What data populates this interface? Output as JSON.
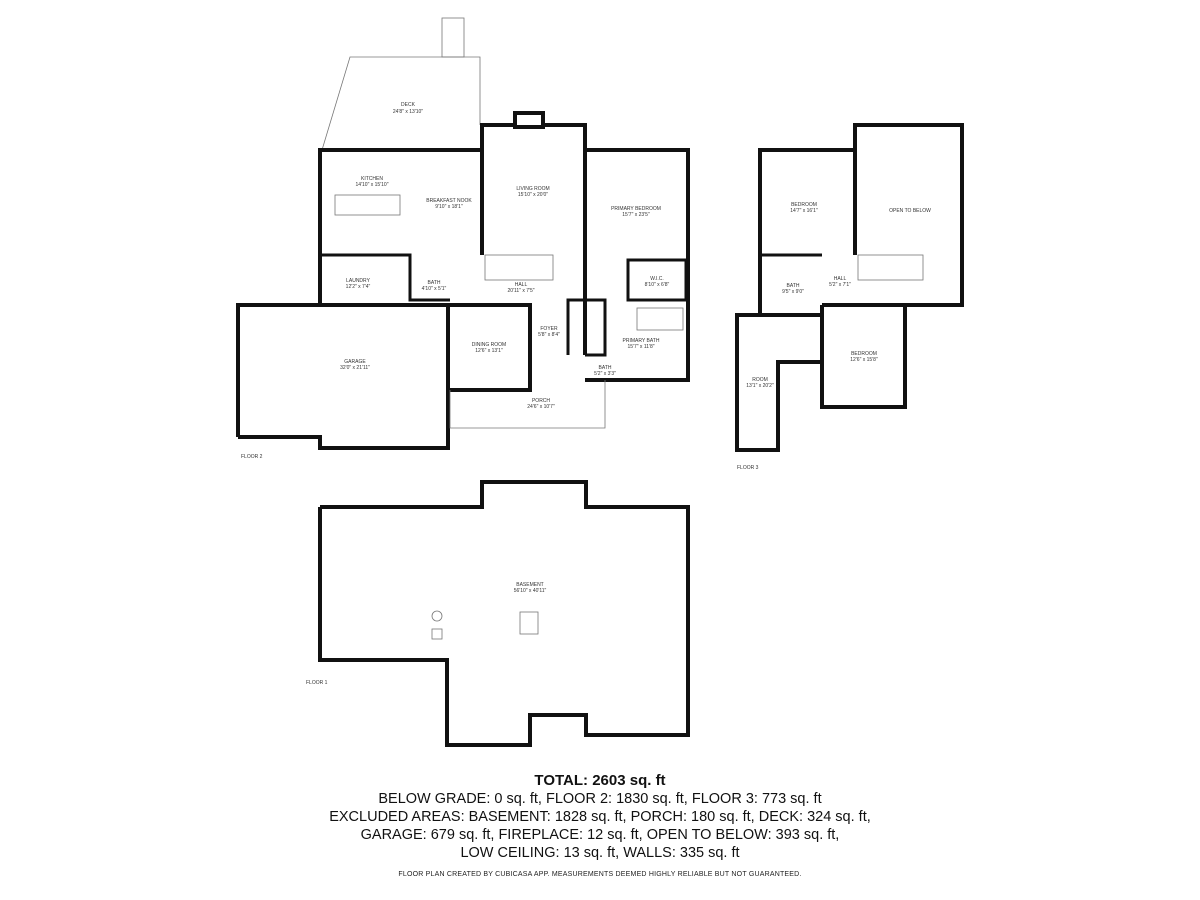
{
  "floors": {
    "floor2": {
      "label": "FLOOR 2",
      "rooms": [
        {
          "name": "DECK",
          "dims": "24'8\" x 13'10\""
        },
        {
          "name": "KITCHEN",
          "dims": "14'10\" x 15'10\""
        },
        {
          "name": "BREAKFAST NOOK",
          "dims": "9'10\" x 18'1\""
        },
        {
          "name": "LIVING ROOM",
          "dims": "15'10\" x 20'0\""
        },
        {
          "name": "PRIMARY BEDROOM",
          "dims": "15'7\" x 23'5\""
        },
        {
          "name": "W.I.C.",
          "dims": "8'10\" x 6'8\""
        },
        {
          "name": "HALL",
          "dims": "20'11\" x 7'5\""
        },
        {
          "name": "LAUNDRY",
          "dims": "12'2\" x 7'4\""
        },
        {
          "name": "BATH",
          "dims": "4'10\" x 5'1\""
        },
        {
          "name": "GARAGE",
          "dims": "32'0\" x 21'11\""
        },
        {
          "name": "DINING ROOM",
          "dims": "12'6\" x 13'1\""
        },
        {
          "name": "FOYER",
          "dims": "5'8\" x 8'4\""
        },
        {
          "name": "PRIMARY BATH",
          "dims": "15'7\" x 11'8\""
        },
        {
          "name": "BATH",
          "dims": "5'2\" x 3'3\""
        },
        {
          "name": "PORCH",
          "dims": "24'6\" x 10'7\""
        }
      ]
    },
    "floor3": {
      "label": "FLOOR 3",
      "rooms": [
        {
          "name": "BEDROOM",
          "dims": "14'7\" x 16'1\""
        },
        {
          "name": "OPEN TO BELOW",
          "dims": ""
        },
        {
          "name": "BATH",
          "dims": "9'5\" x 9'0\""
        },
        {
          "name": "HALL",
          "dims": "5'2\" x 7'1\""
        },
        {
          "name": "BEDROOM",
          "dims": "12'6\" x 15'8\""
        },
        {
          "name": "ROOM",
          "dims": "13'1\" x 20'2\""
        }
      ]
    },
    "floor1": {
      "label": "FLOOR 1",
      "rooms": [
        {
          "name": "BASEMENT",
          "dims": "56'10\" x 40'11\""
        }
      ]
    }
  },
  "summary": {
    "total": "TOTAL: 2603 sq. ft",
    "lines": [
      "BELOW GRADE: 0 sq. ft, FLOOR 2: 1830 sq. ft, FLOOR 3: 773 sq. ft",
      "EXCLUDED AREAS: BASEMENT: 1828 sq. ft, PORCH: 180 sq. ft, DECK: 324 sq. ft,",
      "GARAGE: 679 sq. ft, FIREPLACE: 12 sq. ft, OPEN TO BELOW: 393 sq. ft,",
      "LOW CEILING: 13 sq. ft, WALLS: 335 sq. ft"
    ]
  },
  "footer": "FLOOR PLAN CREATED BY CUBICASA APP. MEASUREMENTS DEEMED HIGHLY RELIABLE BUT NOT GUARANTEED."
}
